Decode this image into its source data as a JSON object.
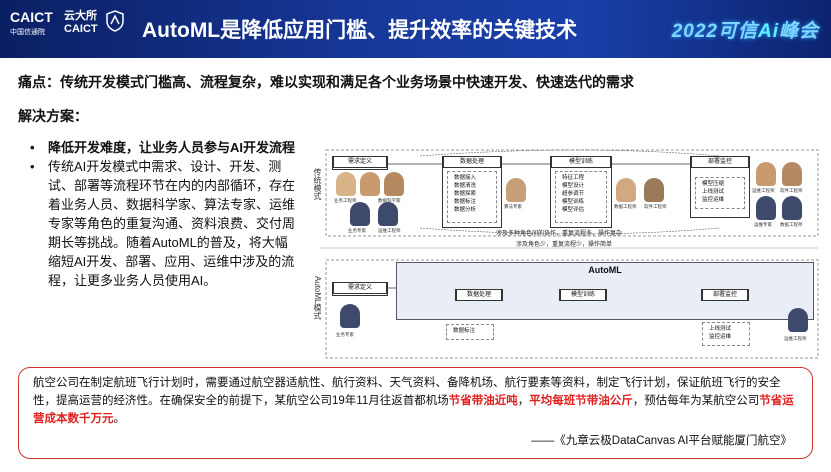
{
  "header": {
    "logo_caict": "CAICT",
    "logo_caict_sub": "中国信通院",
    "logo_cloud_line1": "云大所",
    "logo_cloud_line2": "CAICT",
    "title": "AutoML是降低应用门槛、提升效率的关键技术",
    "summit_pre": "2022可信",
    "summit_ai": "Ai",
    "summit_post": "峰会"
  },
  "pain_point": "痛点：传统开发模式门槛高、流程复杂，难以实现和满足各个业务场景中快速开发、快速迭代的需求",
  "solution_title": "解决方案：",
  "bullets": {
    "b1": "降低开发难度，让业务人员参与AI开发流程",
    "b2": "传统AI开发模式中需求、设计、开发、测试、部署等流程环节在内的内部循环，存在着业务人员、数据科学家、算法专家、运维专家等角色的重复沟通、资料浪费、交付周期长等挑战。随着AutoML的普及，将大幅缩短AI开发、部署、应用、运维中涉及的流程，让更多业务人员使用AI。"
  },
  "diagram": {
    "lane_traditional": "传统模式",
    "lane_automl": "AutoML模式",
    "trad_boxes": {
      "req": "需求定义",
      "data": "数据处理",
      "model": "模型训练",
      "deploy": "部署监控"
    },
    "data_items": [
      "数据接入",
      "数据清洗",
      "数据探索",
      "数据标注",
      "数据分析"
    ],
    "model_items": [
      "特征工程",
      "模型设计",
      "超参调节",
      "模型训练",
      "模型评估"
    ],
    "deploy_items": [
      "模型压缩",
      "上线测试",
      "监控运维"
    ],
    "roles": {
      "biz_owner": "业务工程师",
      "biz_expert": "业务专家",
      "data_sci": "数据科学家",
      "ops_eng": "运维工程师",
      "algo": "算法专家",
      "data_eng": "数据工程师",
      "sw_eng": "软件工程师",
      "ops_expert": "运维专家"
    },
    "note_trad": "涉及多种角色间的协作，重复流程多，操作复杂",
    "note_automl": "涉及角色少，重复流程少，操作简单",
    "automl_title": "AutoML",
    "auto_boxes": {
      "req": "需求定义",
      "data": "数据处理",
      "model": "模型训练",
      "deploy": "部署监控"
    },
    "auto_data_items": [
      "数据标注"
    ],
    "auto_deploy_items": [
      "上线测试",
      "监控运维"
    ]
  },
  "quote": {
    "text_a": "航空公司在制定航班飞行计划时，需要通过航空器适航性、航行资料、天气资料、备降机场、航行要素等资料，制定飞行计划，保证航班飞行的安全性，提高运营的经济性。在确保安全的前提下，某航空公司19年11月往返首都机场",
    "red_a": "节省带油近",
    "red_a2": "吨",
    "text_b": "，",
    "red_b": "平均每班节带油",
    "red_b2": "公斤",
    "text_c": "，预估每年为某航空公司",
    "red_c": "节省运营成本数千万元",
    "text_d": "。",
    "source": "——《九章云极DataCanvas AI平台赋能厦门航空》"
  },
  "colors": {
    "header_bg": "#17389a",
    "accent_red": "#e12020",
    "automl_bg": "#e8edf6"
  }
}
